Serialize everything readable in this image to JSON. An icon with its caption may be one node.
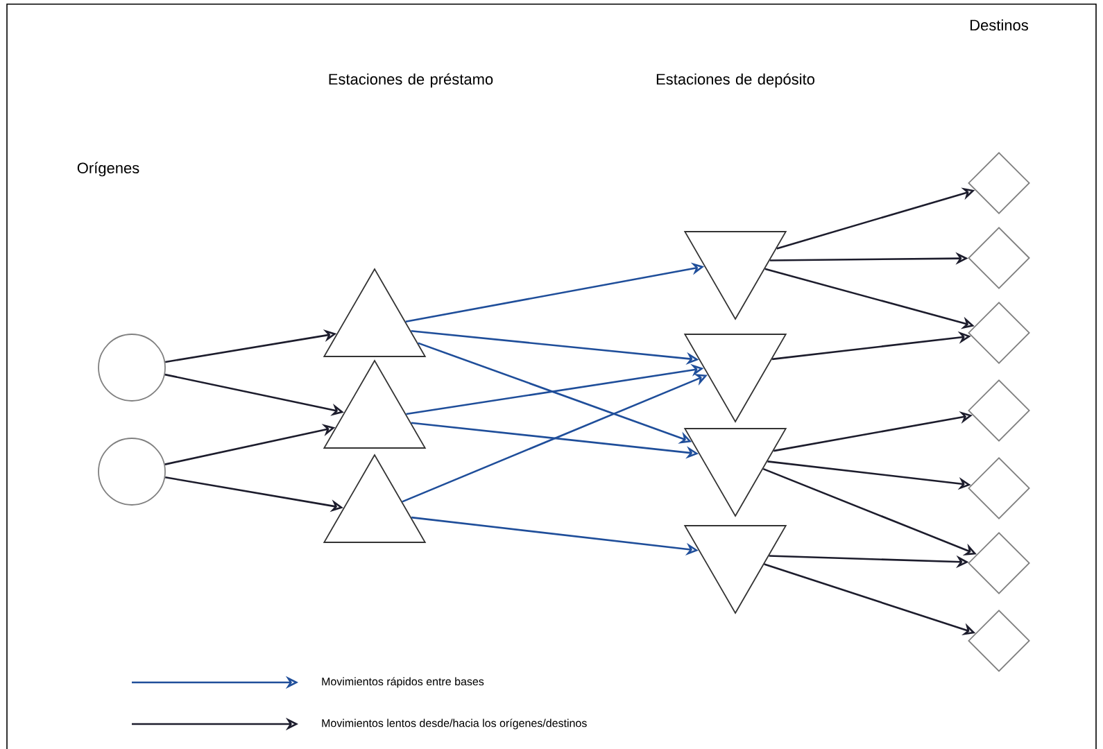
{
  "diagram": {
    "nodes": [
      {
        "text": [],
        "shape": "circle"
      },
      {
        "text": [],
        "shape": "circle"
      },
      {
        "text": [],
        "shape": "triangle"
      },
      {
        "text": [],
        "shape": "triangle"
      },
      {
        "text": [],
        "shape": "triangle"
      },
      {
        "text": [],
        "shape": "inverted-triangle"
      },
      {
        "text": [],
        "shape": "inverted-triangle"
      },
      {
        "text": [],
        "shape": "inverted-triangle"
      },
      {
        "text": [],
        "shape": "inverted-triangle"
      },
      {
        "text": [],
        "shape": "diamond"
      },
      {
        "text": [],
        "shape": "diamond"
      },
      {
        "text": [],
        "shape": "diamond"
      },
      {
        "text": [],
        "shape": "diamond"
      },
      {
        "text": [],
        "shape": "diamond"
      },
      {
        "text": [],
        "shape": "diamond"
      },
      {
        "text": [],
        "shape": "diamond"
      }
    ],
    "edges": [
      {
        "from": 0,
        "to": 2,
        "arrow": "to"
      },
      {
        "from": 0,
        "to": 3,
        "arrow": "to"
      },
      {
        "from": 1,
        "to": 3,
        "arrow": "to"
      },
      {
        "from": 1,
        "to": 4,
        "arrow": "to"
      },
      {
        "from": 2,
        "to": 5,
        "arrow": "to",
        "color": "#1f4e9a"
      },
      {
        "from": 2,
        "to": 6,
        "arrow": "to",
        "color": "#1f4e9a"
      },
      {
        "from": 2,
        "to": 7,
        "arrow": "to",
        "color": "#1f4e9a"
      },
      {
        "from": 3,
        "to": 6,
        "arrow": "to",
        "color": "#1f4e9a"
      },
      {
        "from": 3,
        "to": 7,
        "arrow": "to",
        "color": "#1f4e9a"
      },
      {
        "from": 4,
        "to": 6,
        "arrow": "to",
        "color": "#1f4e9a"
      },
      {
        "from": 4,
        "to": 8,
        "arrow": "to",
        "color": "#1f4e9a"
      },
      {
        "from": 5,
        "to": 9,
        "arrow": "to"
      },
      {
        "from": 5,
        "to": 10,
        "arrow": "to"
      },
      {
        "from": 5,
        "to": 11,
        "arrow": "to"
      },
      {
        "from": 6,
        "to": 11,
        "arrow": "to"
      },
      {
        "from": 7,
        "to": 12,
        "arrow": "to"
      },
      {
        "from": 7,
        "to": 13,
        "arrow": "to"
      },
      {
        "from": 7,
        "to": 14,
        "arrow": "to"
      },
      {
        "from": 8,
        "to": 14,
        "arrow": "to"
      },
      {
        "from": 8,
        "to": 15,
        "arrow": "to"
      }
    ],
    "labels": [
      "Destinos",
      "Estaciones de préstamo",
      "Estaciones de depósito",
      "Orígenes"
    ],
    "legend": [
      {
        "text": "Movimientos rápidos entre bases"
      },
      {
        "text": "Movimientos lentos desde/hacia los orígenes/destinos"
      }
    ]
  }
}
